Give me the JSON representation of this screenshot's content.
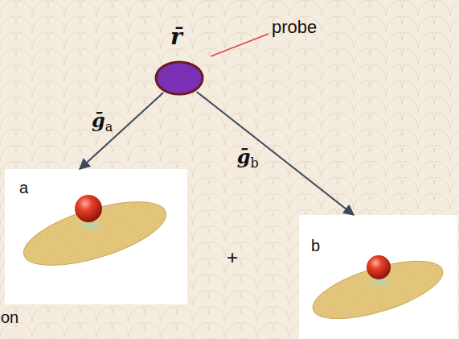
{
  "diagram": {
    "nodes": [
      {
        "text": [
          "r̄"
        ]
      },
      {
        "text": [
          "a"
        ]
      },
      {
        "text": [
          "b"
        ]
      }
    ],
    "edges": [
      {
        "from": 0,
        "to": 1,
        "arrow": "to",
        "label": "ḡa"
      },
      {
        "from": 0,
        "to": 2,
        "arrow": "to",
        "label": "ḡb"
      }
    ],
    "labels": [
      "probe",
      "+",
      "on"
    ]
  }
}
